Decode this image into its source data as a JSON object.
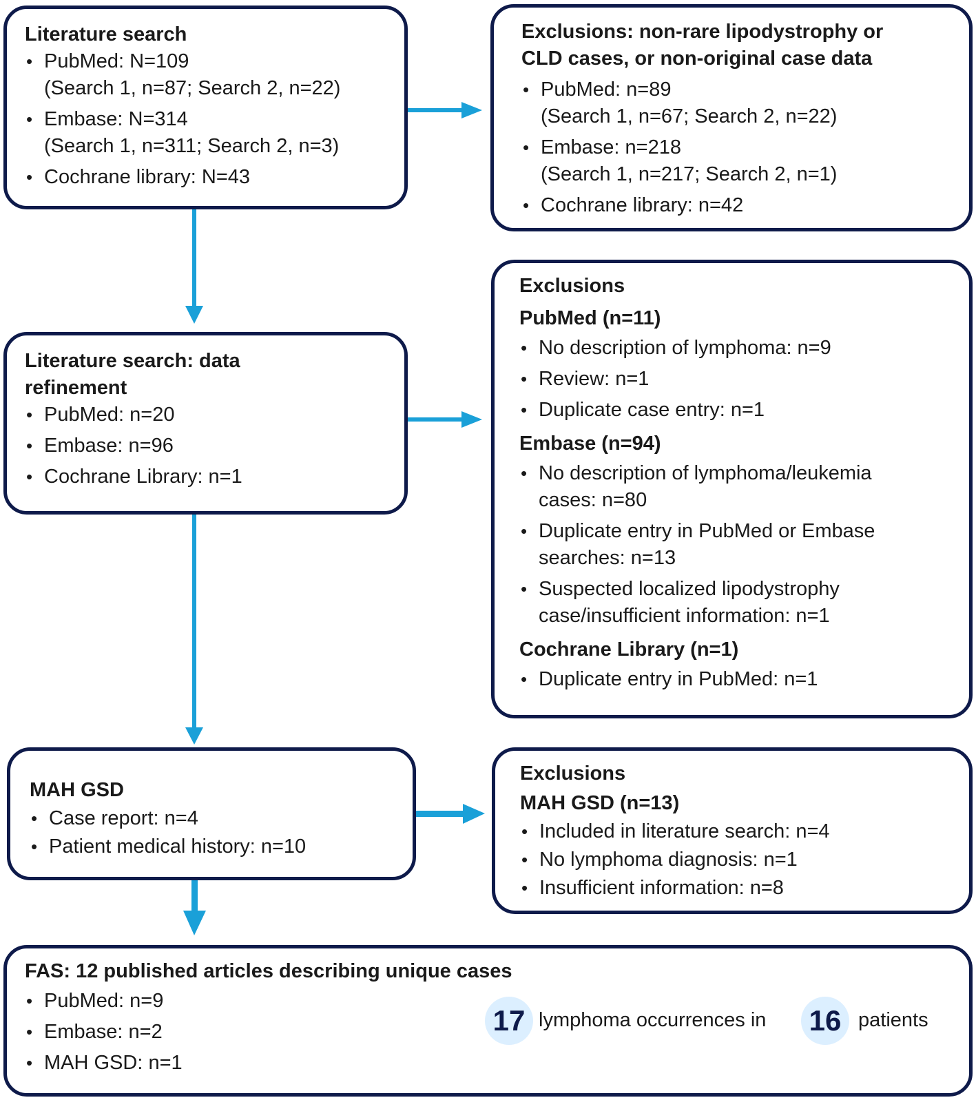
{
  "box1": {
    "title": "Literature search",
    "items": [
      {
        "l1": "PubMed: N=109",
        "l2": "(Search 1, n=87; Search 2, n=22)"
      },
      {
        "l1": "Embase: N=314",
        "l2": "(Search 1, n=311; Search 2, n=3)"
      },
      {
        "l1": "Cochrane library: N=43",
        "l2": ""
      }
    ]
  },
  "box2": {
    "title_l1": "Exclusions: non-rare lipodystrophy or",
    "title_l2": "CLD cases, or non-original case data",
    "items": [
      {
        "l1": "PubMed: n=89",
        "l2": "(Search 1, n=67; Search 2, n=22)"
      },
      {
        "l1": "Embase: n=218",
        "l2": "(Search 1, n=217; Search 2, n=1)"
      },
      {
        "l1": "Cochrane library: n=42",
        "l2": ""
      }
    ]
  },
  "box3": {
    "title_l1": "Literature search: data",
    "title_l2": "refinement",
    "items": [
      "PubMed: n=20",
      "Embase: n=96",
      "Cochrane Library: n=1"
    ]
  },
  "box4": {
    "title": "Exclusions",
    "sections": [
      {
        "heading": "PubMed (n=11)",
        "items": [
          {
            "l1": "No description of lymphoma: n=9",
            "l2": ""
          },
          {
            "l1": "Review: n=1",
            "l2": ""
          },
          {
            "l1": "Duplicate case entry: n=1",
            "l2": ""
          }
        ]
      },
      {
        "heading": "Embase (n=94)",
        "items": [
          {
            "l1": "No description of lymphoma/leukemia",
            "l2": "cases: n=80"
          },
          {
            "l1": "Duplicate entry in PubMed or Embase",
            "l2": "searches: n=13"
          },
          {
            "l1": "Suspected localized lipodystrophy",
            "l2": "case/insufficient information: n=1"
          }
        ]
      },
      {
        "heading": "Cochrane Library (n=1)",
        "items": [
          {
            "l1": "Duplicate entry in PubMed: n=1",
            "l2": ""
          }
        ]
      }
    ]
  },
  "box5": {
    "title": "MAH GSD",
    "items": [
      "Case report: n=4",
      "Patient medical history: n=10"
    ]
  },
  "box6": {
    "title": "Exclusions",
    "subtitle": "MAH GSD (n=13)",
    "items": [
      "Included in literature search: n=4",
      "No lymphoma diagnosis: n=1",
      "Insufficient information: n=8"
    ]
  },
  "box7": {
    "title": "FAS: 12 published articles describing unique cases",
    "items": [
      "PubMed: n=9",
      "Embase: n=2",
      "MAH GSD: n=1"
    ],
    "result": {
      "count1": "17",
      "text1": "lymphoma occurrences in",
      "count2": "16",
      "text2": "patients"
    }
  },
  "colors": {
    "border": "#0e1a4a",
    "arrow": "#1aa0d8",
    "circle": "#dcefff"
  }
}
